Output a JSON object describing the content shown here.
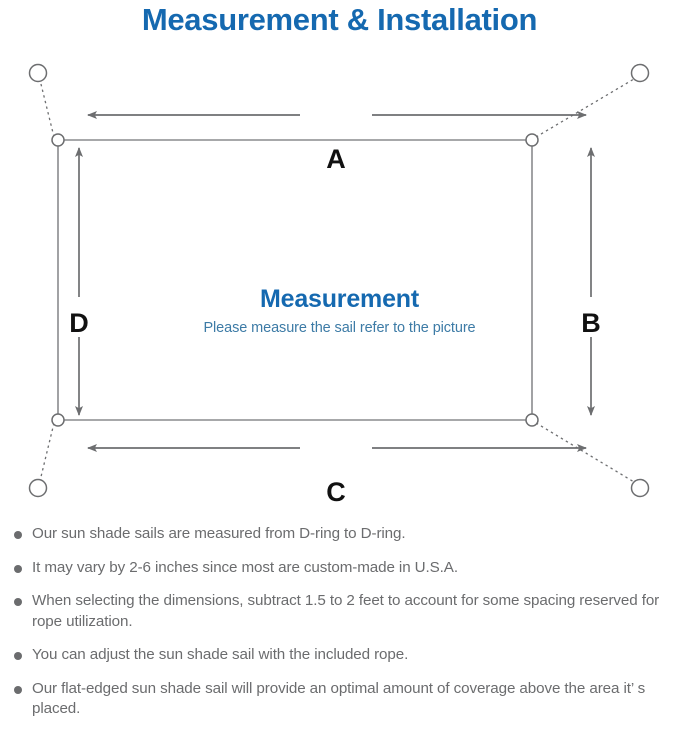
{
  "header": {
    "title": "Measurement & Installation",
    "title_color": "#1569b0"
  },
  "diagram": {
    "center_title": "Measurement",
    "center_subtitle": "Please measure the sail refer to the picture",
    "center_title_color": "#1569b0",
    "center_subtitle_color": "#3d7ba6",
    "line_color": "#6d6e70",
    "sail_color": "#8a8b8d",
    "dimension_labels": {
      "top": "A",
      "right": "B",
      "bottom": "C",
      "left": "D"
    },
    "anchor_count": 4,
    "d_ring_count": 4
  },
  "notes": {
    "bullet_color": "#6b6c6e",
    "items": [
      "Our sun shade sails are measured from D-ring to D-ring.",
      "It may vary by 2-6 inches since most are custom-made in U.S.A.",
      "When selecting the dimensions, subtract 1.5 to 2 feet to account for some spacing reserved for rope utilization.",
      "You can adjust the sun shade sail with the included rope.",
      "Our flat-edged sun shade sail will provide an optimal amount of coverage above the area it’ s placed."
    ]
  }
}
